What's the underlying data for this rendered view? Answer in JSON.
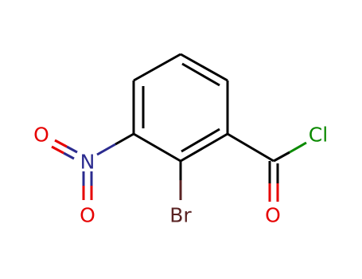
{
  "molecule": {
    "atoms": {
      "chlorine": {
        "label": "Cl",
        "color": "#0b8a00"
      },
      "carbonyl_oxygen": {
        "label": "O",
        "color": "#e60000"
      },
      "bromine": {
        "label": "Br",
        "color": "#5a2323"
      },
      "nitro_nitrogen": {
        "label": "N",
        "color": "#2b2b8f"
      },
      "nitro_oxygen_top": {
        "label": "O",
        "color": "#e60000"
      },
      "nitro_oxygen_bottom": {
        "label": "O",
        "color": "#e60000"
      }
    },
    "bond_color": "#000000"
  }
}
